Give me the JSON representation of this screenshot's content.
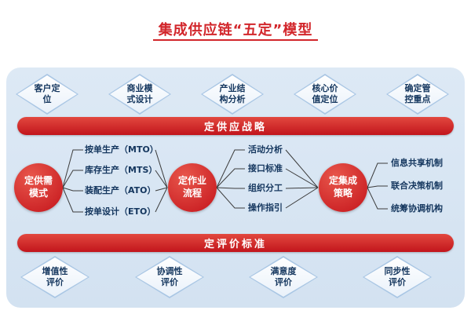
{
  "title": "集成供应链“五定”模型",
  "diagram": {
    "top_row": [
      "客户定位",
      "商业模式设计",
      "产业结构分析",
      "核心价值定位",
      "确定管控重点"
    ],
    "strategy_banner": "定供应战略",
    "nodes": {
      "supply_demand": "定供需模式",
      "operation": "定作业流程",
      "integration": "定集成策略"
    },
    "production_modes": [
      "按单生产（MTO）",
      "库存生产（MTS）",
      "装配生产（ATO）",
      "按单设计（ETO）"
    ],
    "process_items": [
      "活动分析",
      "接口标准",
      "组织分工",
      "操作指引"
    ],
    "mechanism_items": [
      "信息共享机制",
      "联合决策机制",
      "统筹协调机构"
    ],
    "evaluation_banner": "定评价标准",
    "bottom_row": [
      "增值性评价",
      "协调性评价",
      "满意度评价",
      "同步性评价"
    ]
  },
  "colors": {
    "red": "#d2262b",
    "panel_blue": "#d9e6f3",
    "text_navy": "#14365e"
  }
}
